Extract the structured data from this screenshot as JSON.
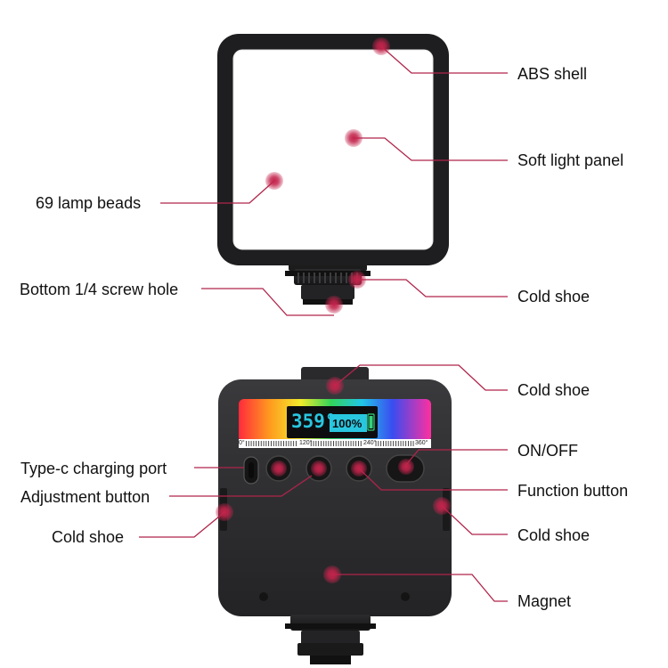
{
  "labels": {
    "abs_shell": "ABS shell",
    "soft_light_panel": "Soft light panel",
    "lamp_beads": "69 lamp beads",
    "screw_hole": "Bottom 1/4 screw hole",
    "cold_shoe_top": "Cold shoe",
    "cold_shoe_back_top": "Cold shoe",
    "on_off": "ON/OFF",
    "type_c_port": "Type-c charging port",
    "adjustment_button": "Adjustment button",
    "function_button": "Function button",
    "cold_shoe_left": "Cold shoe",
    "cold_shoe_right": "Cold shoe",
    "magnet": "Magnet"
  },
  "display": {
    "hue_value": "359°",
    "brightness_value": "100%"
  },
  "scale": {
    "t0": "0°",
    "t120": "120°",
    "t240": "240°",
    "t360": "360°"
  },
  "colors": {
    "leader": "#b0244a",
    "marker": "#c3244c",
    "body": "#2b2b2d",
    "frame": "#1e1e20",
    "lcd_text": "#29c6e0"
  }
}
